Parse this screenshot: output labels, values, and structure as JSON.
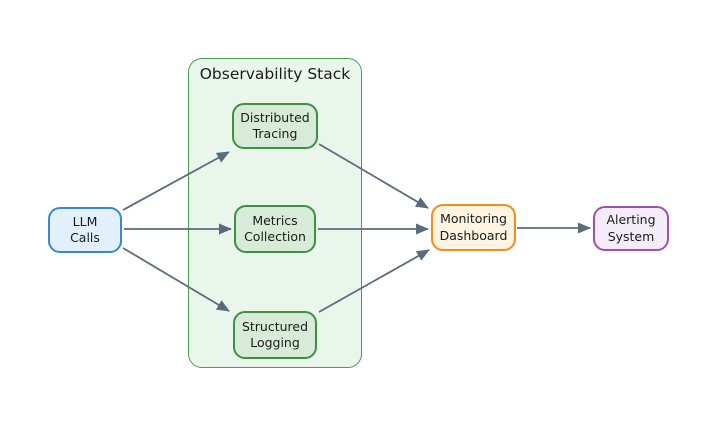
{
  "diagram": {
    "container": {
      "title": "Observability Stack"
    },
    "nodes": {
      "llm_calls": {
        "lines": [
          "LLM",
          "Calls"
        ]
      },
      "distributed_tracing": {
        "lines": [
          "Distributed",
          "Tracing"
        ]
      },
      "metrics_collection": {
        "lines": [
          "Metrics",
          "Collection"
        ]
      },
      "structured_logging": {
        "lines": [
          "Structured",
          "Logging"
        ]
      },
      "monitoring_dashboard": {
        "lines": [
          "Monitoring",
          "Dashboard"
        ]
      },
      "alerting_system": {
        "lines": [
          "Alerting",
          "System"
        ]
      }
    },
    "edges": [
      {
        "from": "LLM Calls",
        "to": "Distributed Tracing"
      },
      {
        "from": "LLM Calls",
        "to": "Metrics Collection"
      },
      {
        "from": "LLM Calls",
        "to": "Structured Logging"
      },
      {
        "from": "Distributed Tracing",
        "to": "Monitoring Dashboard"
      },
      {
        "from": "Metrics Collection",
        "to": "Monitoring Dashboard"
      },
      {
        "from": "Structured Logging",
        "to": "Monitoring Dashboard"
      },
      {
        "from": "Monitoring Dashboard",
        "to": "Alerting System"
      }
    ],
    "colors": {
      "llm_fill": "#e1f0fb",
      "llm_border": "#3d87c8",
      "stack_node_fill": "#d7ebd8",
      "stack_node_border": "#3e8e43",
      "container_fill": "#eaf6eb",
      "container_border": "#4e9b52",
      "dashboard_fill": "#fff3e2",
      "dashboard_border": "#ee8f20",
      "alerting_fill": "#f5ecf9",
      "alerting_border": "#9b51b5",
      "edge_color": "#5a6b7c",
      "text_color": "#1c1c1c"
    }
  }
}
